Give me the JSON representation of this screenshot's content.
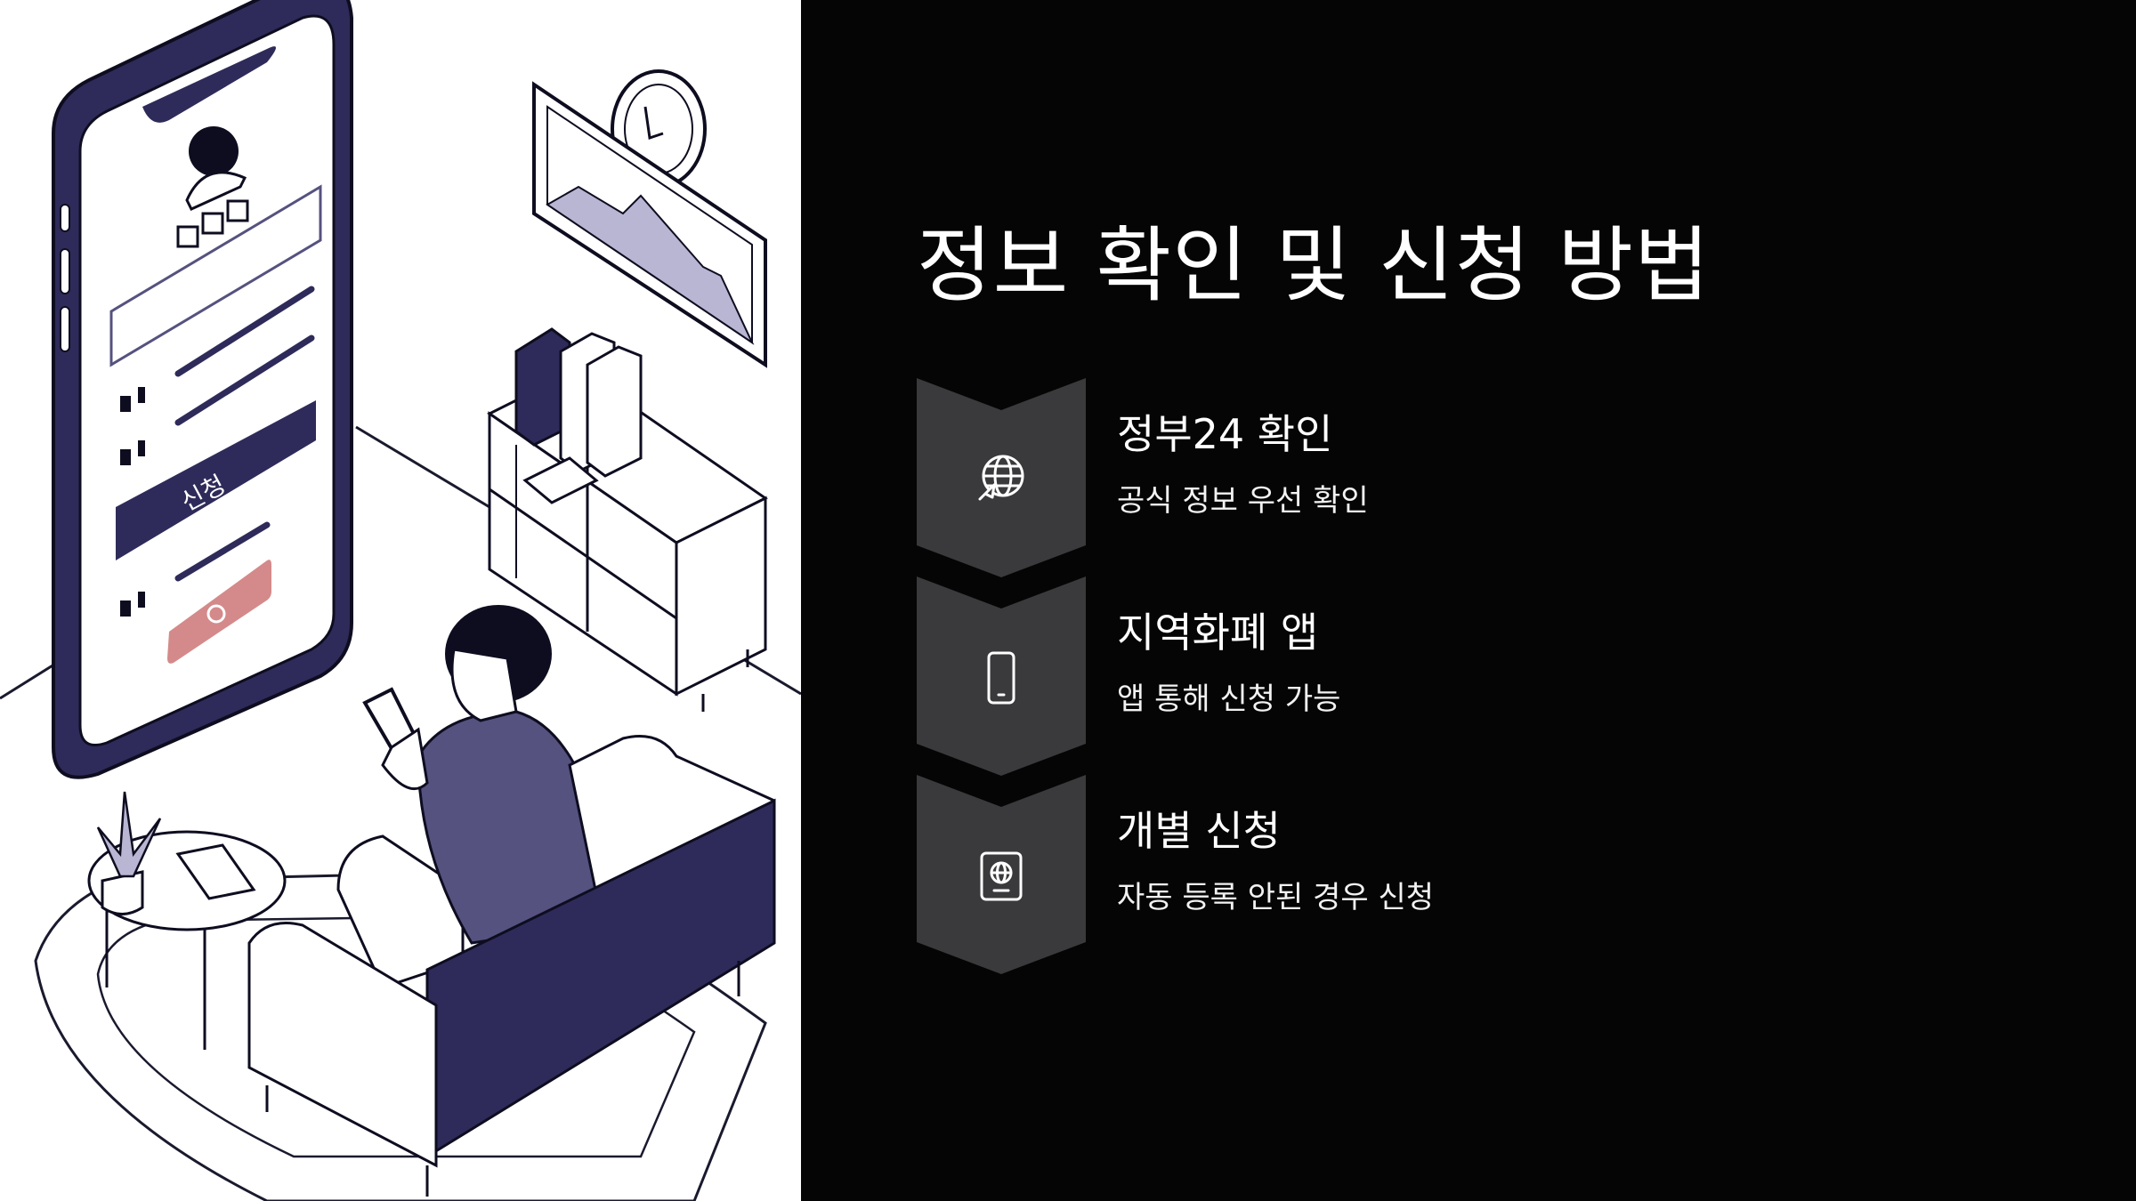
{
  "slide": {
    "title": "정보 확인 및 신청 방법",
    "steps": [
      {
        "icon": "globe-cursor-icon",
        "title": "정부24 확인",
        "description": "공식 정보 우선 확인"
      },
      {
        "icon": "smartphone-icon",
        "title": "지역화폐 앱",
        "description": "앱 통해 신청 가능"
      },
      {
        "icon": "passport-icon",
        "title": "개별 신청",
        "description": "자동 등록 안된 경우 신청"
      }
    ]
  },
  "illustration": {
    "phone_button_label": "신청",
    "icon_name": "person-using-phone-illustration"
  },
  "colors": {
    "background": "#050505",
    "chevron": "#3a3a3d",
    "accent_navy": "#2e2b5a",
    "accent_purple": "#55527f",
    "accent_pink": "#d48a8a",
    "lavender": "#b9b6d3"
  }
}
